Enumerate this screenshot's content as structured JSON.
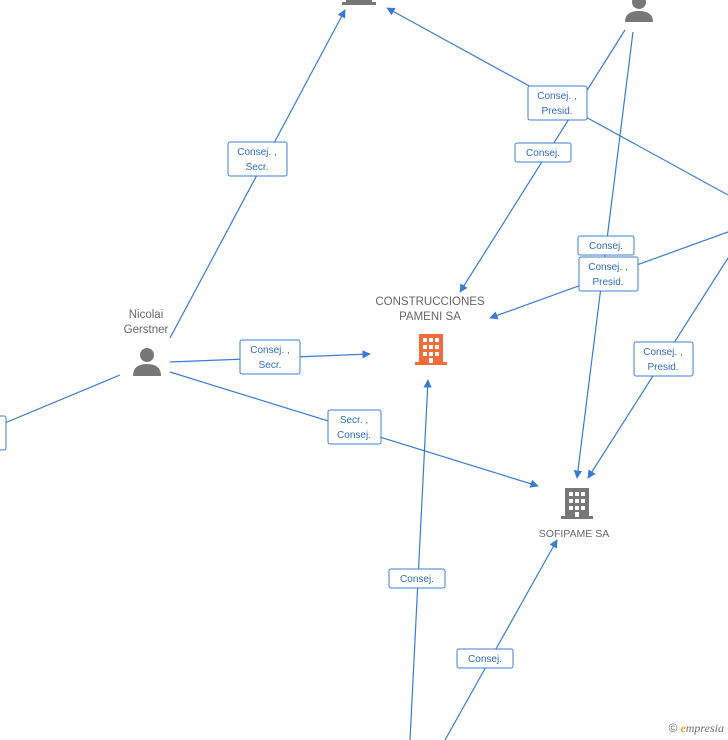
{
  "colors": {
    "edge": "#3a7bd5",
    "company_main": "#f26b3a",
    "company": "#777777",
    "person": "#777777"
  },
  "nodes": {
    "nicolai": {
      "label_line1": "Nicolai",
      "label_line2": "Gerstner",
      "icon": "person-icon"
    },
    "construcciones": {
      "label_line1": "CONSTRUCCIONES",
      "label_line2": "PAMENI SA",
      "icon": "building-icon"
    },
    "sofipame": {
      "label": "SOFIPAME SA",
      "icon": "building-icon"
    },
    "top_company": {
      "icon": "building-icon"
    },
    "top_person": {
      "icon": "person-icon"
    }
  },
  "edge_labels": {
    "consej_secr_top": [
      "Consej. ,",
      "Secr."
    ],
    "consej_presid_top": [
      "Consej. ,",
      "Presid."
    ],
    "consej_top": [
      "Consej."
    ],
    "consej_mid": [
      "Consej."
    ],
    "consej_presid_mid": [
      "Consej. ,",
      "Presid."
    ],
    "consej_secr_left": [
      "Consej. ,",
      "Secr."
    ],
    "consej_presid_right": [
      "Consej. ,",
      "Presid."
    ],
    "secr_consej": [
      "Secr. ,",
      "Consej."
    ],
    "consej_bottom": [
      "Consej."
    ],
    "consej_bottom2": [
      "Consej."
    ]
  },
  "brand": {
    "copyright": "©",
    "e": "e",
    "rest": "mpresia"
  }
}
